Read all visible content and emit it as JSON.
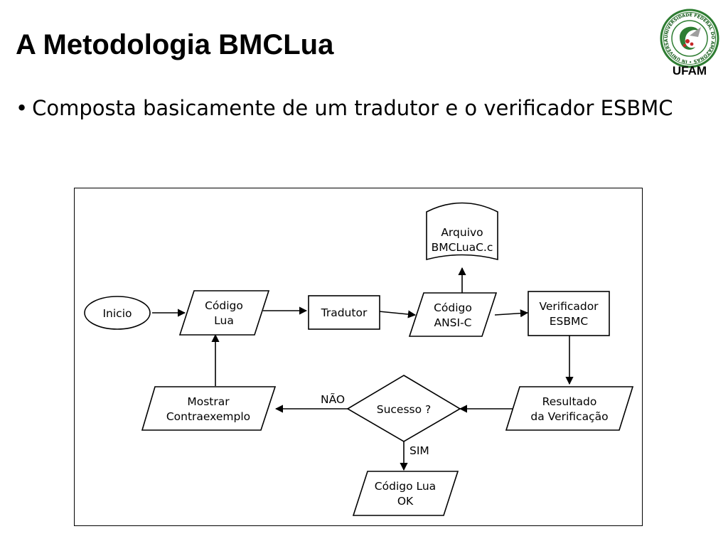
{
  "slide": {
    "title": "A Metodologia BMCLua",
    "bullet_text": "Composta basicamente de um tradutor e o verificador ESBMC",
    "logo_text": "UFAM",
    "logo_ring_text": "UNIVERSIDADE FEDERAL DO AMAZONAS • IN UNIVERSA SCIENTIA VERITAS"
  },
  "diagram": {
    "nodes": {
      "inicio": "Inicio",
      "codigo_lua": [
        "Código",
        "Lua"
      ],
      "tradutor": "Tradutor",
      "codigo_ansi": [
        "Código",
        "ANSI-C"
      ],
      "arquivo": [
        "Arquivo",
        "BMCLuaC.c"
      ],
      "verificador": [
        "Verificador",
        "ESBMC"
      ],
      "resultado": [
        "Resultado",
        "da Verificação"
      ],
      "sucesso": "Sucesso ?",
      "mostrar": [
        "Mostrar",
        "Contraexemplo"
      ],
      "codigo_ok": [
        "Código Lua",
        "OK"
      ]
    },
    "edge_labels": {
      "nao": "NÃO",
      "sim": "SIM"
    }
  }
}
